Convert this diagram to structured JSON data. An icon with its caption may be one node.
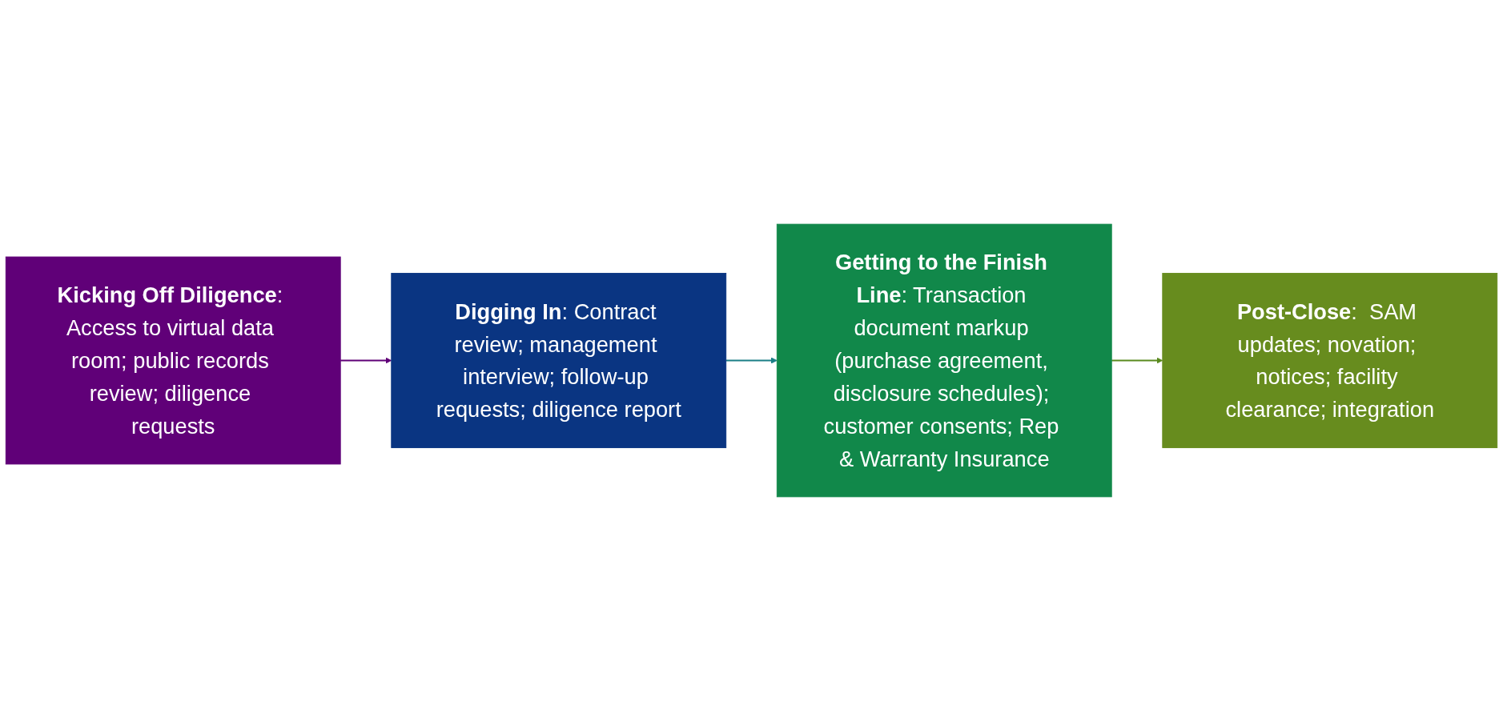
{
  "diagram": {
    "nodes": [
      {
        "text": [
          "**Kicking Off Diligence**: Access to virtual data room; public records review; diligence requests"
        ]
      },
      {
        "text": [
          "**Digging In**: Contract review; management interview; follow-up requests; diligence report"
        ]
      },
      {
        "text": [
          "**Getting to the Finish Line**: Transaction document markup (purchase agreement, disclosure schedules); customer consents; Rep & Warranty Insurance"
        ]
      },
      {
        "text": [
          "**Post-Close**:  SAM updates; novation; notices; facility clearance; integration"
        ]
      }
    ],
    "edges": [
      {
        "from": 0,
        "to": 1,
        "arrow": "to",
        "color": "#5f0077"
      },
      {
        "from": 1,
        "to": 2,
        "arrow": "to",
        "color": "#1b7f86"
      },
      {
        "from": 2,
        "to": 3,
        "arrow": "to",
        "color": "#5a8a1e"
      }
    ]
  }
}
